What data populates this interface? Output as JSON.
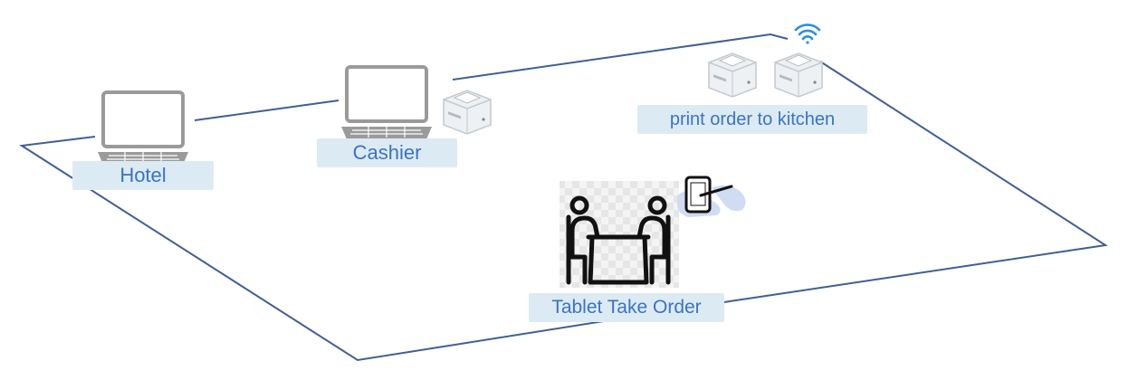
{
  "labels": {
    "hotel": "Hotel",
    "cashier": "Cashier",
    "kitchen": "print order to kitchen",
    "tablet": "Tablet Take Order"
  },
  "colors": {
    "outline": "#3f5f94",
    "label_bg": "#dcebf3",
    "label_text": "#3b73c5",
    "laptop": "#9a9a9a",
    "wifi": "#2f8fe0"
  },
  "icons": [
    "laptop-icon",
    "receipt-printer-icon",
    "wifi-icon",
    "dining-table-icon",
    "tablet-hand-icon"
  ]
}
